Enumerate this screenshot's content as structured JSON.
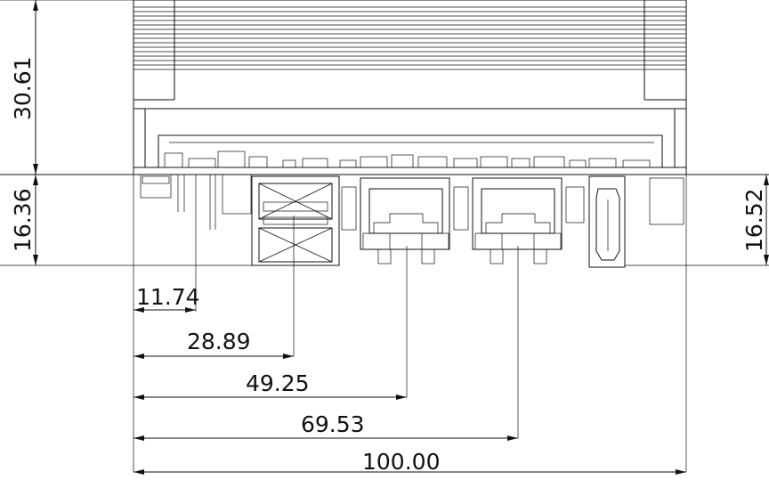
{
  "drawing": {
    "dimensions": {
      "height_top": "30.61",
      "height_left": "16.36",
      "height_right": "16.52",
      "dim_1": "11.74",
      "dim_2": "28.89",
      "dim_3": "49.25",
      "dim_4": "69.53",
      "dim_total": "100.00"
    }
  }
}
